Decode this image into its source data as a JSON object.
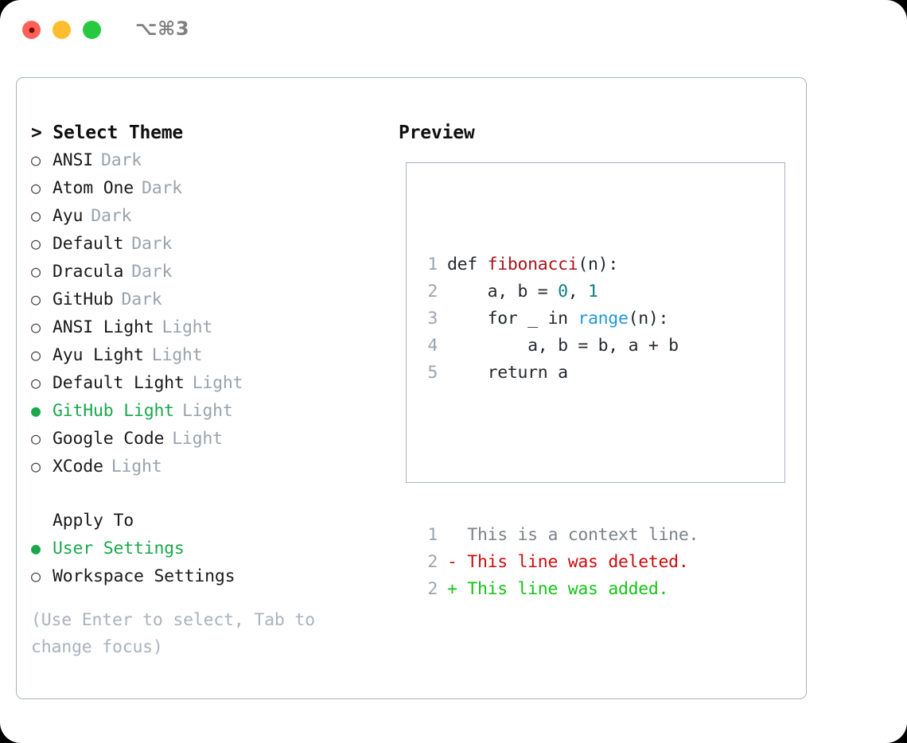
{
  "window": {
    "traffic_lights": [
      "close",
      "minimize",
      "maximize"
    ],
    "shortcut": "⌥⌘3",
    "accent_green": "#19a84c",
    "border_color": "#a9b4c2"
  },
  "theme_list": {
    "header": "> Select Theme",
    "marker_unselected": "○",
    "marker_selected": "●",
    "items": [
      {
        "name": "ANSI",
        "category": "Dark",
        "selected": false
      },
      {
        "name": "Atom One",
        "category": "Dark",
        "selected": false
      },
      {
        "name": "Ayu",
        "category": "Dark",
        "selected": false
      },
      {
        "name": "Default",
        "category": "Dark",
        "selected": false
      },
      {
        "name": "Dracula",
        "category": "Dark",
        "selected": false
      },
      {
        "name": "GitHub",
        "category": "Dark",
        "selected": false
      },
      {
        "name": "ANSI Light",
        "category": "Light",
        "selected": false
      },
      {
        "name": "Ayu Light",
        "category": "Light",
        "selected": false
      },
      {
        "name": "Default Light",
        "category": "Light",
        "selected": false
      },
      {
        "name": "GitHub Light",
        "category": "Light",
        "selected": true
      },
      {
        "name": "Google Code",
        "category": "Light",
        "selected": false
      },
      {
        "name": "XCode",
        "category": "Light",
        "selected": false
      }
    ]
  },
  "apply_to": {
    "header": "Apply To",
    "options": [
      {
        "name": "User Settings",
        "selected": true
      },
      {
        "name": "Workspace Settings",
        "selected": false
      }
    ]
  },
  "hint": "(Use Enter to select, Tab to change focus)",
  "preview": {
    "title": "Preview",
    "code_lines": [
      {
        "no": "1",
        "tokens": [
          {
            "t": "def ",
            "c": "plain"
          },
          {
            "t": "fibonacci",
            "c": "fn"
          },
          {
            "t": "(n):",
            "c": "plain"
          }
        ]
      },
      {
        "no": "2",
        "tokens": [
          {
            "t": "    a, b = ",
            "c": "plain"
          },
          {
            "t": "0",
            "c": "num"
          },
          {
            "t": ", ",
            "c": "plain"
          },
          {
            "t": "1",
            "c": "num"
          }
        ]
      },
      {
        "no": "3",
        "tokens": [
          {
            "t": "    for _ in ",
            "c": "plain"
          },
          {
            "t": "range",
            "c": "call"
          },
          {
            "t": "(n):",
            "c": "plain"
          }
        ]
      },
      {
        "no": "4",
        "tokens": [
          {
            "t": "        a, b = b, a + b",
            "c": "plain"
          }
        ]
      },
      {
        "no": "5",
        "tokens": [
          {
            "t": "    return a",
            "c": "plain"
          }
        ]
      }
    ],
    "diff_lines": [
      {
        "no": "1",
        "marker": " ",
        "text": " This is a context line.",
        "kind": "ctx"
      },
      {
        "no": "2",
        "marker": "-",
        "text": " This line was deleted.",
        "kind": "del"
      },
      {
        "no": "2",
        "marker": "+",
        "text": " This line was added.",
        "kind": "add"
      }
    ],
    "syntax_colors": {
      "plain": "#24292e",
      "function": "#a91316",
      "number": "#0d7f82",
      "call": "#1f9ad6",
      "lineno": "#9aa5b1",
      "diff_context": "#7c828a",
      "diff_deleted": "#cc0d0d",
      "diff_added": "#15c415"
    }
  }
}
